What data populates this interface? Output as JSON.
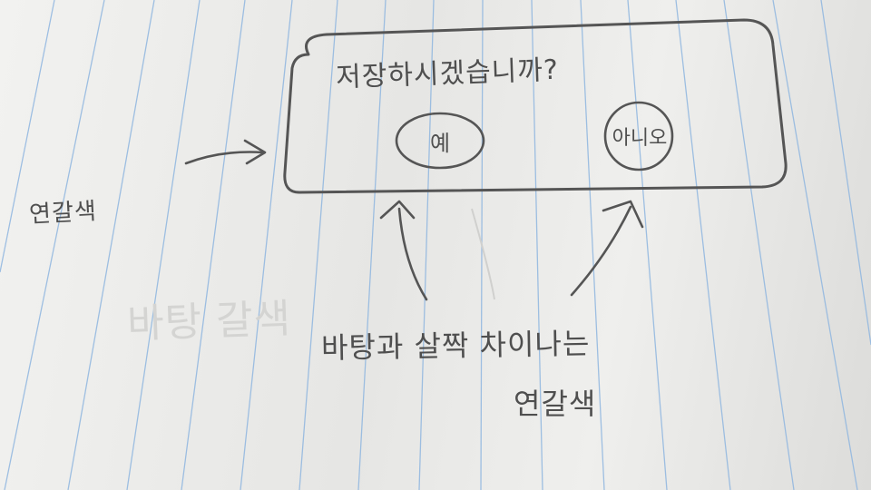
{
  "sketch": {
    "dialog_title": "저장하시겠습니까?",
    "yes_label": "예",
    "no_label": "아니오",
    "left_annotation": "연갈색",
    "bottom_annotation_line1": "바탕과 살짝 차이나는",
    "bottom_annotation_line2": "연갈색",
    "ghost_text": "바탕 갈색"
  },
  "colors": {
    "paper": "#eeeeec",
    "ruled_line": "#8fb6e0",
    "pencil": "#4f4f4f"
  }
}
